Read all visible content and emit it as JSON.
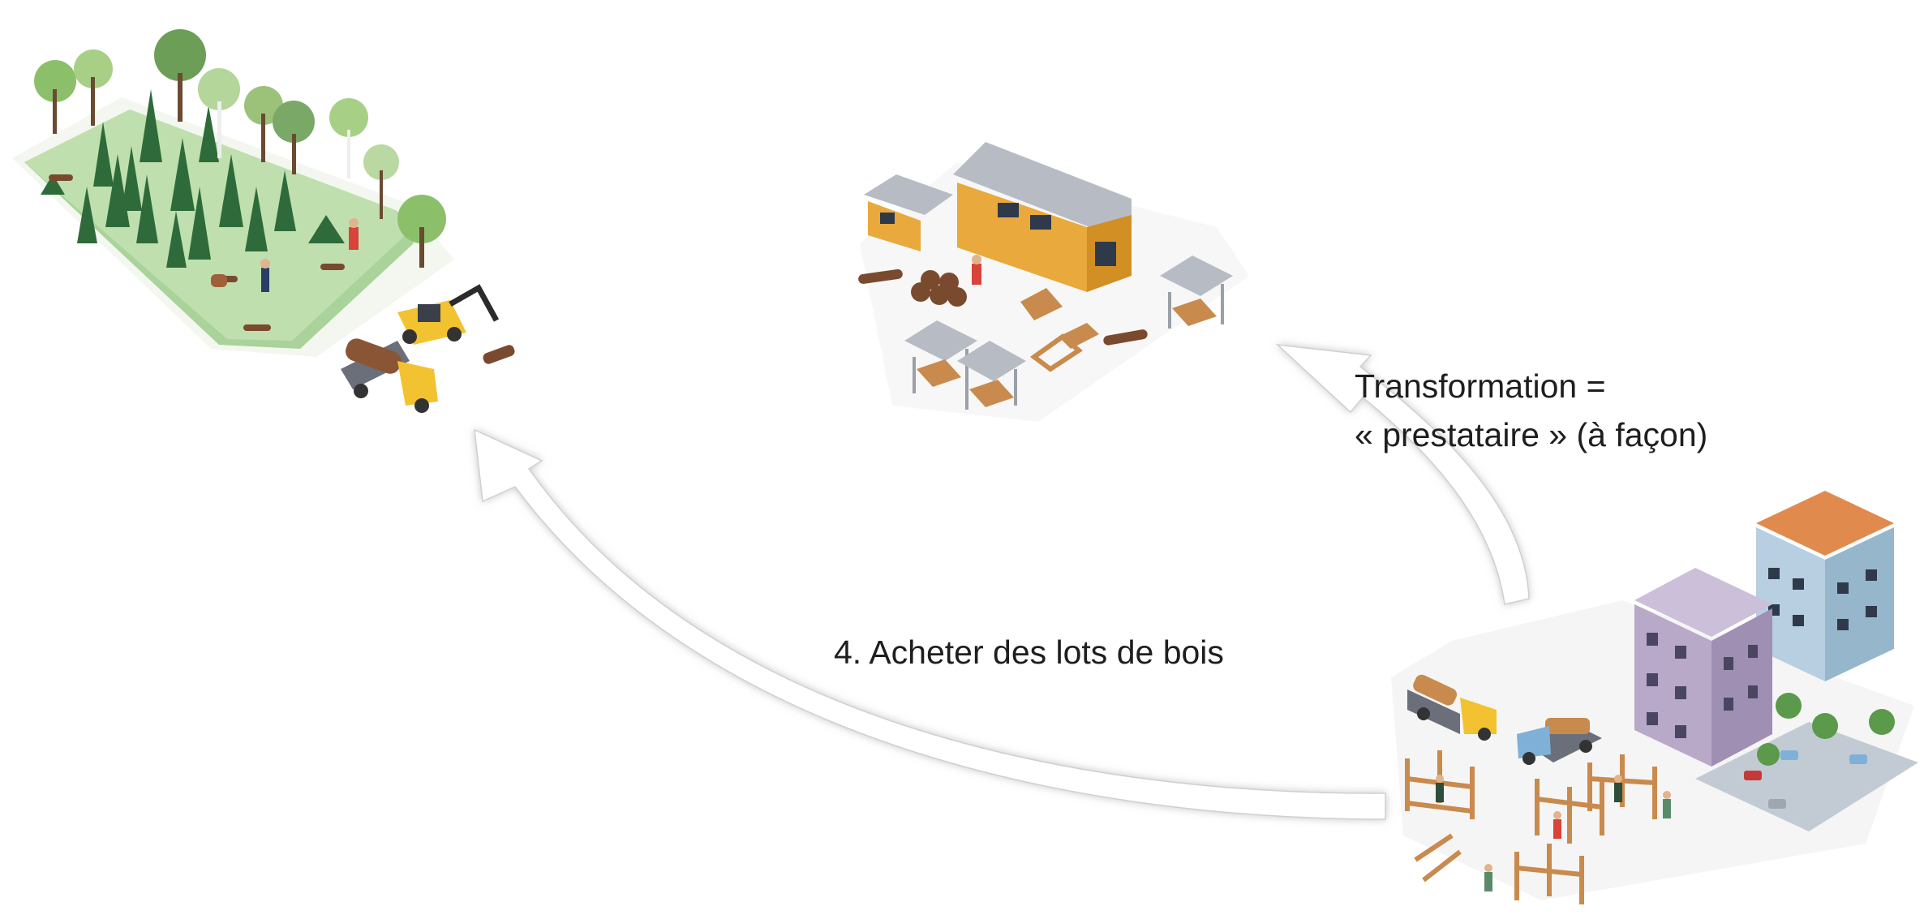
{
  "labels": {
    "buy_lots": "4. Acheter des lots de bois",
    "transformation_line1": "Transformation =",
    "transformation_line2": "« prestataire » (à façon)"
  },
  "colors": {
    "arrow_fill": "#ffffff",
    "arrow_shadow": "#c8c8c8",
    "forest_ground": "#a9d39a",
    "tree_dark": "#2f6b3a",
    "tree_light": "#8cbf6a",
    "sawmill_yellow": "#e9a93c",
    "roof_grey": "#b7bcc4",
    "timber_brown": "#c98a4d",
    "log_brown": "#7a4a2e",
    "building_purple": "#b8a9c9",
    "building_blue": "#b7cfe0",
    "truck_yellow": "#f2c230",
    "truck_blue": "#7fb0d8"
  },
  "icons": [
    "forest-scene",
    "sawmill-scene",
    "construction-site-scene"
  ]
}
